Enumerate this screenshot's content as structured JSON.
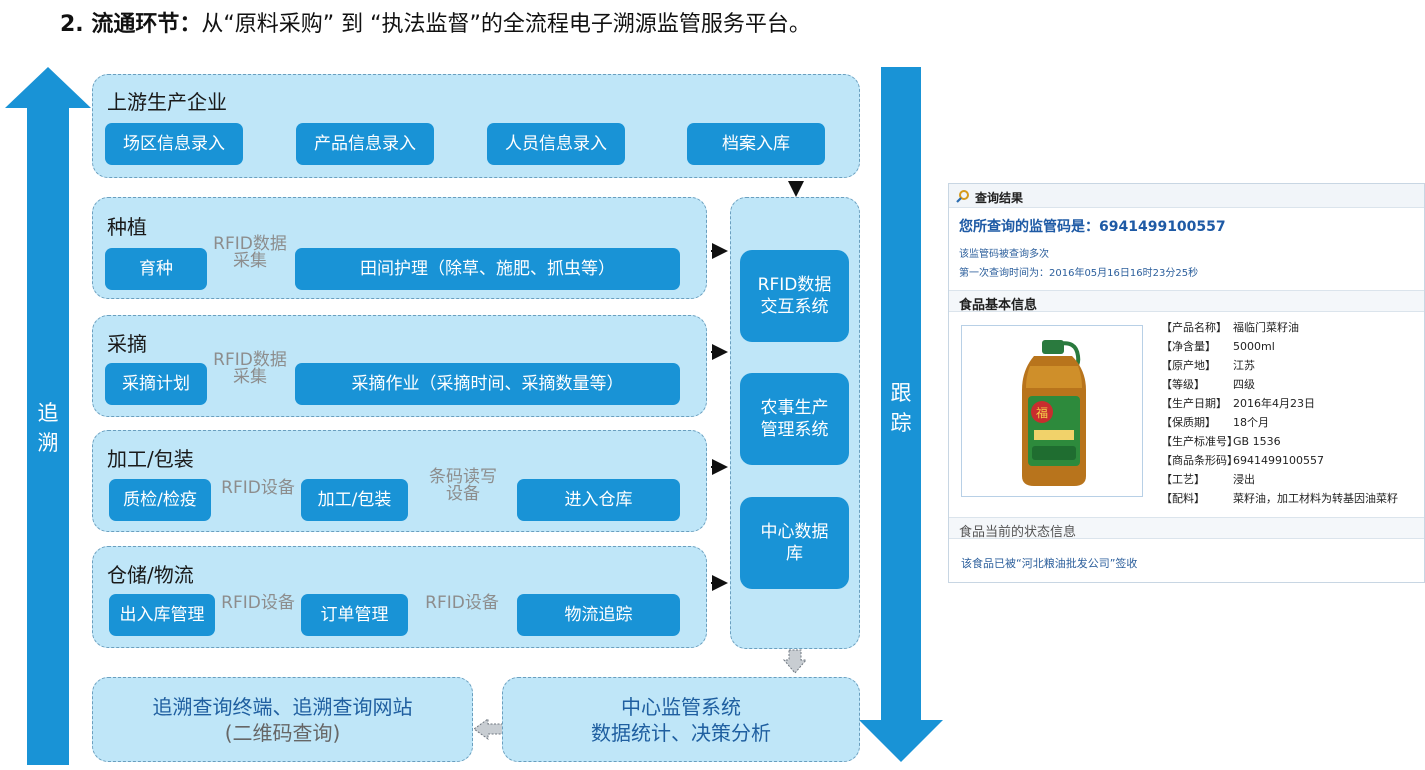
{
  "heading": {
    "number": "2. 流通环节",
    "colon": "：",
    "text": "从“原料采购” 到 “执法监督”的全流程电子溯源监管服务平台。"
  },
  "side_arrows": {
    "left_label": "追溯",
    "right_label": "跟踪",
    "color": "#1993d6"
  },
  "upstream": {
    "title": "上游生产企业",
    "steps": [
      "场区信息录入",
      "产品信息录入",
      "人员信息录入",
      "档案入库"
    ]
  },
  "planting": {
    "title": "种植",
    "step1": "育种",
    "connector_line1": "RFID数据",
    "connector_line2": "采集",
    "step2": "田间护理（除草、施肥、抓虫等）"
  },
  "picking": {
    "title": "采摘",
    "step1": "采摘计划",
    "connector_line1": "RFID数据",
    "connector_line2": "采集",
    "step2": "采摘作业（采摘时间、采摘数量等）"
  },
  "processing": {
    "title": "加工/包装",
    "step1": "质检/检疫",
    "connector1": "RFID设备",
    "step2": "加工/包装",
    "connector2_line1": "条码读写",
    "connector2_line2": "设备",
    "step3": "进入仓库"
  },
  "logistics": {
    "title": "仓储/物流",
    "step1": "出入库管理",
    "connector1": "RFID设备",
    "step2": "订单管理",
    "connector2": "RFID设备",
    "step3": "物流追踪"
  },
  "systems": {
    "rfid": [
      "RFID数据",
      "交互系统"
    ],
    "farm": [
      "农事生产",
      "管理系统"
    ],
    "db": [
      "中心数据",
      "库"
    ]
  },
  "bottom": {
    "terminal_line1": "追溯查询终端、追溯查询网站",
    "terminal_line2": "(二维码查询)",
    "supervision_line1": "中心监管系统",
    "supervision_line2": "数据统计、决策分析"
  },
  "result_panel": {
    "header": "查询结果",
    "code_text": "您所查询的监管码是：6941499100557",
    "line1": "该监管码被查询多次",
    "line2": "第一次查询时间为：2016年05月16日16时23分25秒",
    "info_header": "食品基本信息",
    "attributes": [
      {
        "key": "【产品名称】",
        "value": "福临门菜籽油"
      },
      {
        "key": "【净含量】",
        "value": "5000ml"
      },
      {
        "key": "【原产地】",
        "value": "江苏"
      },
      {
        "key": "【等级】",
        "value": "四级"
      },
      {
        "key": "【生产日期】",
        "value": "2016年4月23日"
      },
      {
        "key": "【保质期】",
        "value": "18个月"
      },
      {
        "key": "【生产标准号】",
        "value": "GB 1536"
      },
      {
        "key": "【商品条形码】",
        "value": "6941499100557"
      },
      {
        "key": "【工艺】",
        "value": "浸出"
      },
      {
        "key": "【配料】",
        "value": "菜籽油，加工材料为转基因油菜籽"
      }
    ],
    "status_header": "食品当前的状态信息",
    "status_text": "该食品已被“河北粮油批发公司”签收"
  }
}
